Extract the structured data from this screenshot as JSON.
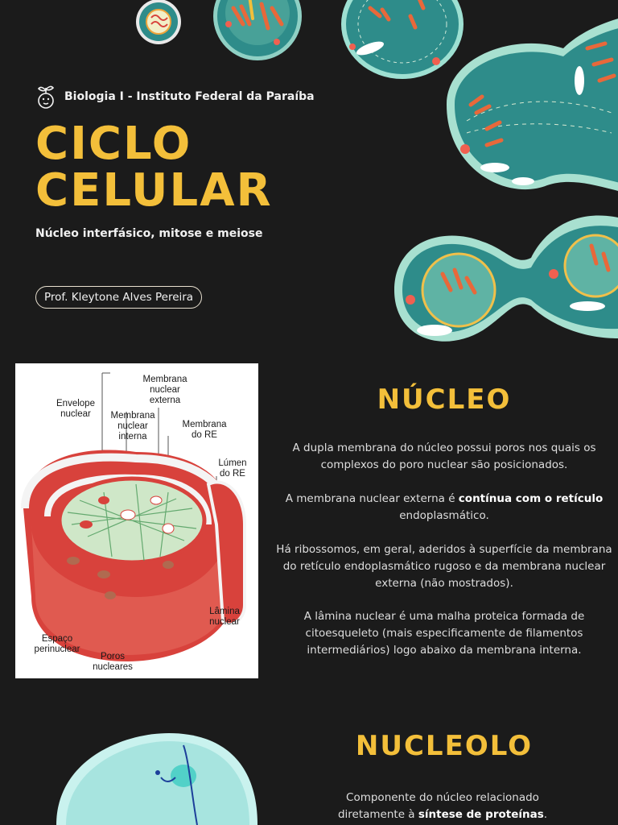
{
  "header": {
    "course": "Biologia I - Instituto Federal da Paraíba",
    "logo_icon": "sprout-cell-icon"
  },
  "cover": {
    "title_line1": "CICLO",
    "title_line2": "CELULAR",
    "subtitle": "Núcleo interfásico, mitose e meiose",
    "author": "Prof. Kleytone Alves Pereira"
  },
  "colors": {
    "background": "#1b1b1b",
    "accent": "#f3bf3a",
    "text": "#dedede",
    "cell_teal": "#2e8c8a",
    "nucleus_red": "#d8423c"
  },
  "diagram": {
    "labels": {
      "envelope": "Envelope\nnuclear",
      "membrana_externa": "Membrana\nnuclear\nexterna",
      "membrana_interna": "Membrana\nnuclear\ninterna",
      "membrana_re": "Membrana\ndo RE",
      "lumen_re": "Lúmen\ndo RE",
      "lamina": "Lâmina\nnuclear",
      "espaco": "Espaço\nperinuclear",
      "poros": "Poros\nnucleares"
    }
  },
  "nucleo": {
    "title": "NÚCLEO",
    "p1": "A dupla membrana do núcleo possui poros nos quais os complexos do poro nuclear são posicionados.",
    "p2_pre": "A membrana nuclear externa é ",
    "p2_bold": "contínua com o retículo",
    "p2_post": " endoplasmático.",
    "p3": "Há ribossomos, em geral, aderidos à superfície da membrana do retículo endoplasmático rugoso e da membrana nuclear externa (não mostrados).",
    "p4": "A lâmina nuclear é uma malha proteica formada de citoesqueleto (mais especificamente de filamentos intermediários) logo abaixo da membrana interna."
  },
  "nucleolo": {
    "title": "NUCLEOLO",
    "p1_pre": "Componente do núcleo relacionado diretamente à ",
    "p1_bold": "síntese de proteínas",
    "p1_post": "."
  }
}
